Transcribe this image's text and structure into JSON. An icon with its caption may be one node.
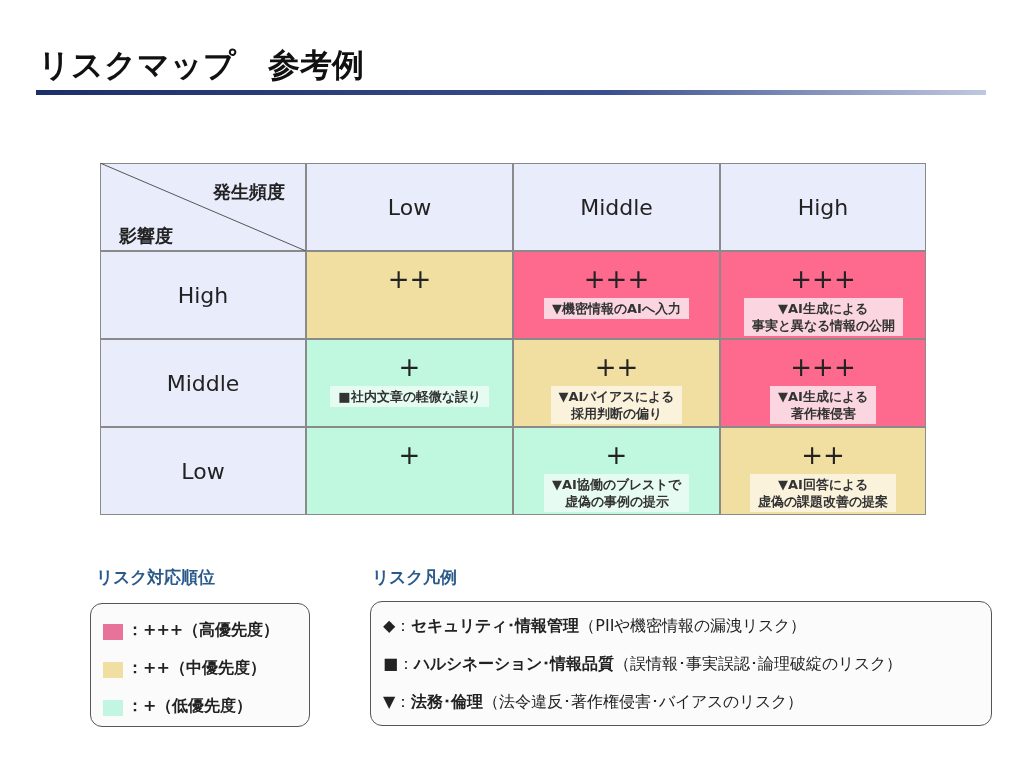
{
  "diagram": {
    "title": "リスクマップ　参考例",
    "labels": [
      "発生頻度",
      "影響度",
      "Low",
      "Middle",
      "High",
      "High",
      "++",
      "+++",
      "▼機密情報のAIへ入力",
      "+++",
      "▼AI生成による事実と異なる情報の公開",
      "Middle",
      "+",
      "■社内文章の軽微な誤り",
      "++",
      "▼AIバイアスによる採用判断の偏り",
      "+++",
      "▼AI生成による著作権侵害",
      "Low",
      "+",
      "+",
      "▼AI協働のブレストで虚偽の事例の提示",
      "++",
      "▼AI回答による虚偽の課題改善の提案",
      "リスク対応順位",
      "リスク凡例",
      "◆：**セキュリティ･情報管理**（PIIや機密情報の漏洩リスク）",
      "■：**ハルシネーション･情報品質**（誤情報･事実誤認･論理破綻のリスク）",
      "▼：**法務･倫理**（法令違反･著作権侵害･バイアスのリスク）"
    ],
    "legend": [
      {
        "text": "：+++（高優先度）",
        "color": "#e8739a"
      },
      {
        "text": "：++（中優先度）",
        "color": "#f1dfa2"
      },
      {
        "text": "：+（低優先度）",
        "color": "#c2f5e2"
      }
    ]
  }
}
